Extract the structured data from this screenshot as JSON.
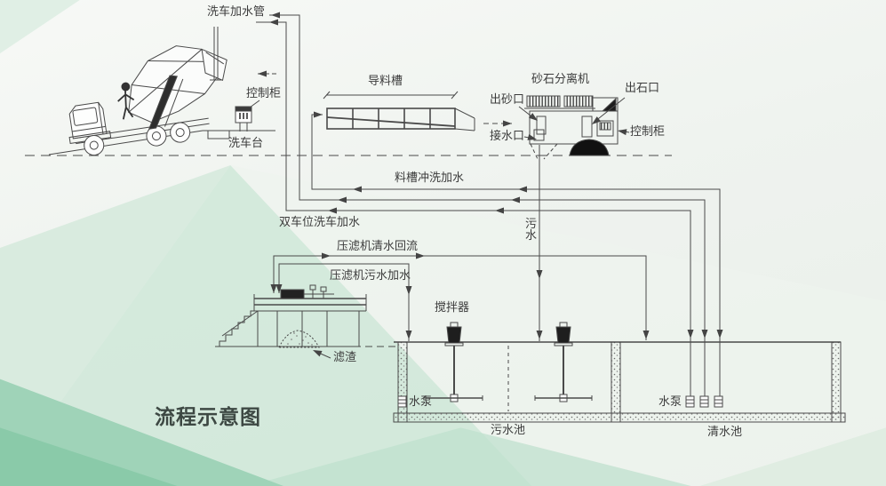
{
  "title": "流程示意图",
  "colors": {
    "line": "#4a4a4a",
    "text": "#3c3c3c",
    "green_dark": "#8acaa9",
    "green_light": "#d9ebdf"
  },
  "equipment": {
    "truck_area": {
      "wash_pipe_label": "洗车加水管",
      "control_cabinet_label": "控制柜",
      "wash_platform_label": "洗车台"
    },
    "chute": {
      "label": "导料槽"
    },
    "separator": {
      "label": "砂石分离机",
      "sand_outlet_label": "出砂口",
      "stone_outlet_label": "出石口",
      "water_inlet_label": "接水口",
      "control_cabinet_label": "控制柜"
    },
    "pipes": {
      "chute_flush_label": "料槽冲洗加水",
      "dual_wash_label": "双车位洗车加水",
      "sewage_label": "污水"
    },
    "filter_press": {
      "clean_return_label": "压滤机清水回流",
      "sewage_feed_label": "压滤机污水加水",
      "residue_label": "滤渣"
    },
    "pools": {
      "agitator_label": "搅拌器",
      "sewage_pump_label": "水泵",
      "clean_pump_label": "水泵",
      "sewage_pool_label": "污水池",
      "clean_pool_label": "清水池"
    }
  }
}
